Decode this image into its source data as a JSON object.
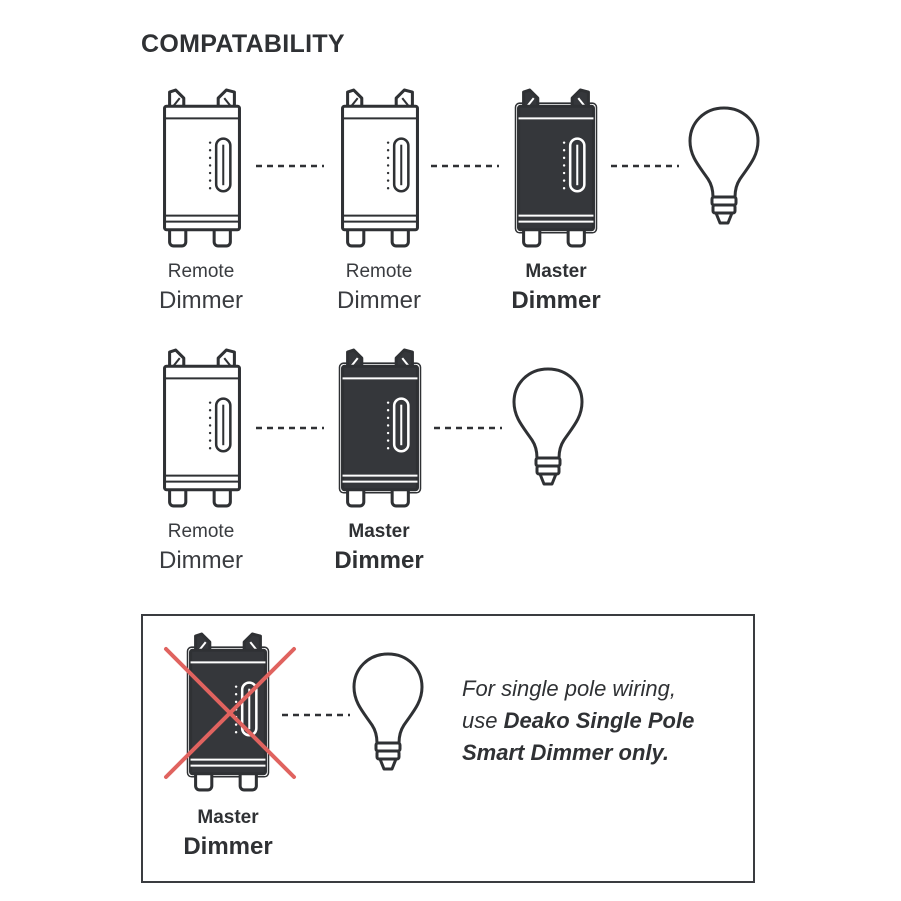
{
  "title": "COMPATABILITY",
  "rows": [
    {
      "devices": [
        {
          "type": "remote",
          "line1": "Remote",
          "line2": "Dimmer"
        },
        {
          "type": "remote",
          "line1": "Remote",
          "line2": "Dimmer"
        },
        {
          "type": "master",
          "line1": "Master",
          "line2": "Dimmer"
        }
      ],
      "ends_with": "bulb-icon"
    },
    {
      "devices": [
        {
          "type": "remote",
          "line1": "Remote",
          "line2": "Dimmer"
        },
        {
          "type": "master",
          "line1": "Master",
          "line2": "Dimmer"
        }
      ],
      "ends_with": "bulb-icon"
    }
  ],
  "not_supported": {
    "device": {
      "type": "master",
      "line1": "Master",
      "line2": "Dimmer"
    },
    "mark": "cross-icon",
    "note": {
      "line1": "For single pole wiring,",
      "line2_prefix": "use ",
      "line2_bold": "Deako Single Pole",
      "line3_bold": "Smart Dimmer only."
    }
  },
  "colors": {
    "ink": "#2f3134",
    "master_fill": "#35373b",
    "cross": "#e0635f",
    "box_border": "#3a3c40"
  }
}
